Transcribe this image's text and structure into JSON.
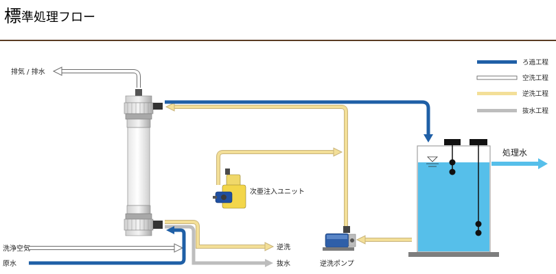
{
  "title": {
    "main": "標",
    "rest": "準処理フロー"
  },
  "colors": {
    "filtration": "#1f5fa6",
    "air_wash": "#ffffff",
    "backwash": "#f3df98",
    "drain": "#bdbdbd",
    "water": "#56bfea",
    "title_rule": "#5a3a22"
  },
  "legend": [
    {
      "key": "filtration",
      "label": "ろ過工程"
    },
    {
      "key": "air_wash",
      "label": "空洗工程"
    },
    {
      "key": "backwash",
      "label": "逆洗工程"
    },
    {
      "key": "drain",
      "label": "抜水工程"
    }
  ],
  "labels": {
    "exhaust": "排気 / 排水",
    "hypo_unit": "次亜注入ユニット",
    "treated_water": "処理水",
    "wash_air": "洗浄空気",
    "raw_water": "原水",
    "backwash_out": "逆洗",
    "drain_out": "抜水",
    "backwash_pump": "逆洗ポンプ"
  }
}
